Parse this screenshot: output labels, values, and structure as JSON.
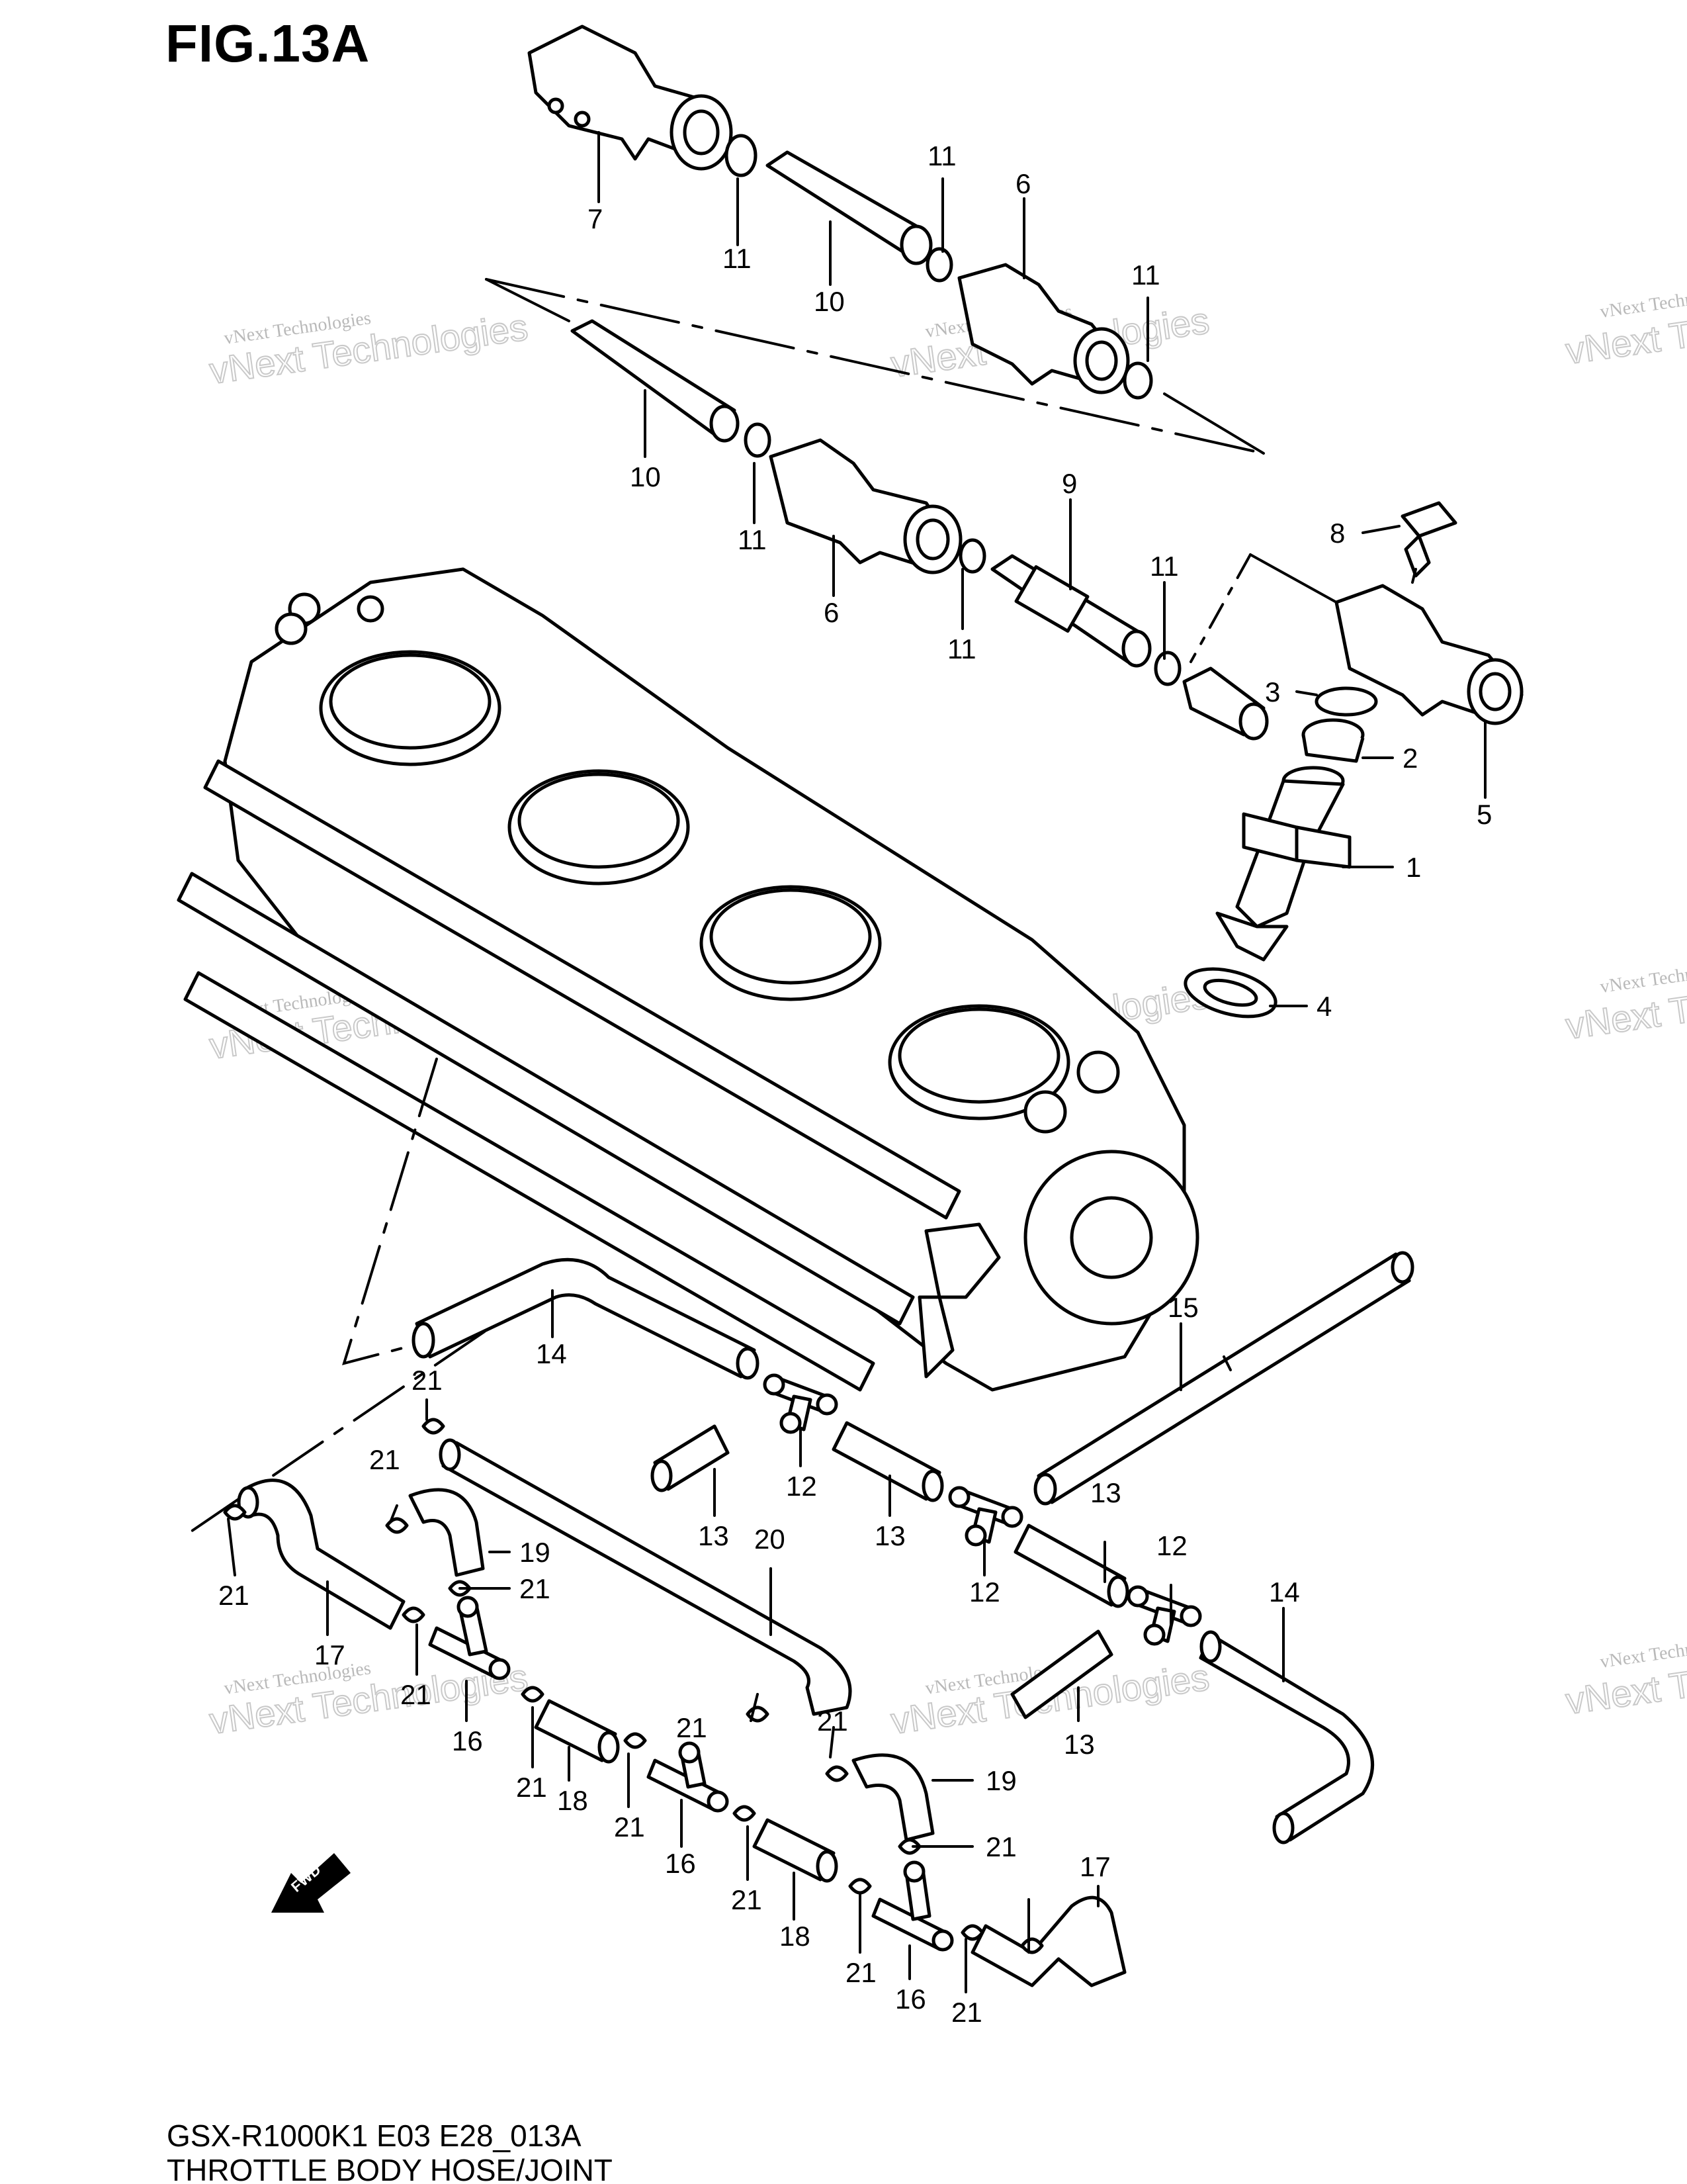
{
  "figure": {
    "title": "FIG.13A",
    "code": "GSX-R1000K1 E03 E28_013A",
    "name": "THROTTLE BODY HOSE/JOINT"
  },
  "watermark": {
    "line1": "vNext Technologies",
    "line2": "vNext Technologies"
  },
  "fwd_label": "FWD",
  "callouts": [
    "7",
    "11",
    "10",
    "11",
    "6",
    "11",
    "10",
    "11",
    "6",
    "11",
    "9",
    "11",
    "8",
    "3",
    "2",
    "5",
    "1",
    "4",
    "14",
    "15",
    "21",
    "12",
    "13",
    "13",
    "21",
    "19",
    "21",
    "20",
    "13",
    "12",
    "12",
    "14",
    "21",
    "17",
    "21",
    "16",
    "21",
    "18",
    "21",
    "21",
    "16",
    "21",
    "19",
    "21",
    "18",
    "21",
    "21",
    "17",
    "16",
    "21",
    "13"
  ]
}
